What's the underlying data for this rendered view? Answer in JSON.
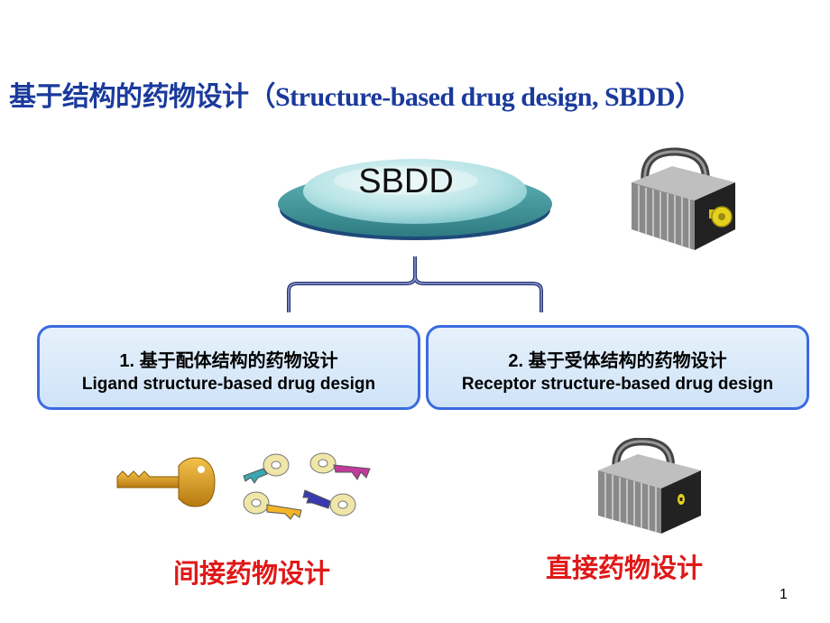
{
  "title": "基于结构的药物设计（Structure-based drug design, SBDD）",
  "center_node": "SBDD",
  "box1": {
    "line1": "1. 基于配体结构的药物设计",
    "line2": "Ligand structure-based drug design"
  },
  "box2": {
    "line1": "2. 基于受体结构的药物设计",
    "line2": "Receptor structure-based drug design"
  },
  "label_indirect": "间接药物设计",
  "label_direct": "直接药物设计",
  "page_number": "1",
  "colors": {
    "title": "#1a3a9c",
    "box_border": "#3b6be0",
    "box_fill": "#d6e8f8",
    "red_label": "#e01818",
    "ellipse": "#9fd8dc"
  },
  "icons": [
    "padlock-with-key-icon",
    "golden-key-icon",
    "assorted-keys-icon",
    "padlock-icon"
  ]
}
